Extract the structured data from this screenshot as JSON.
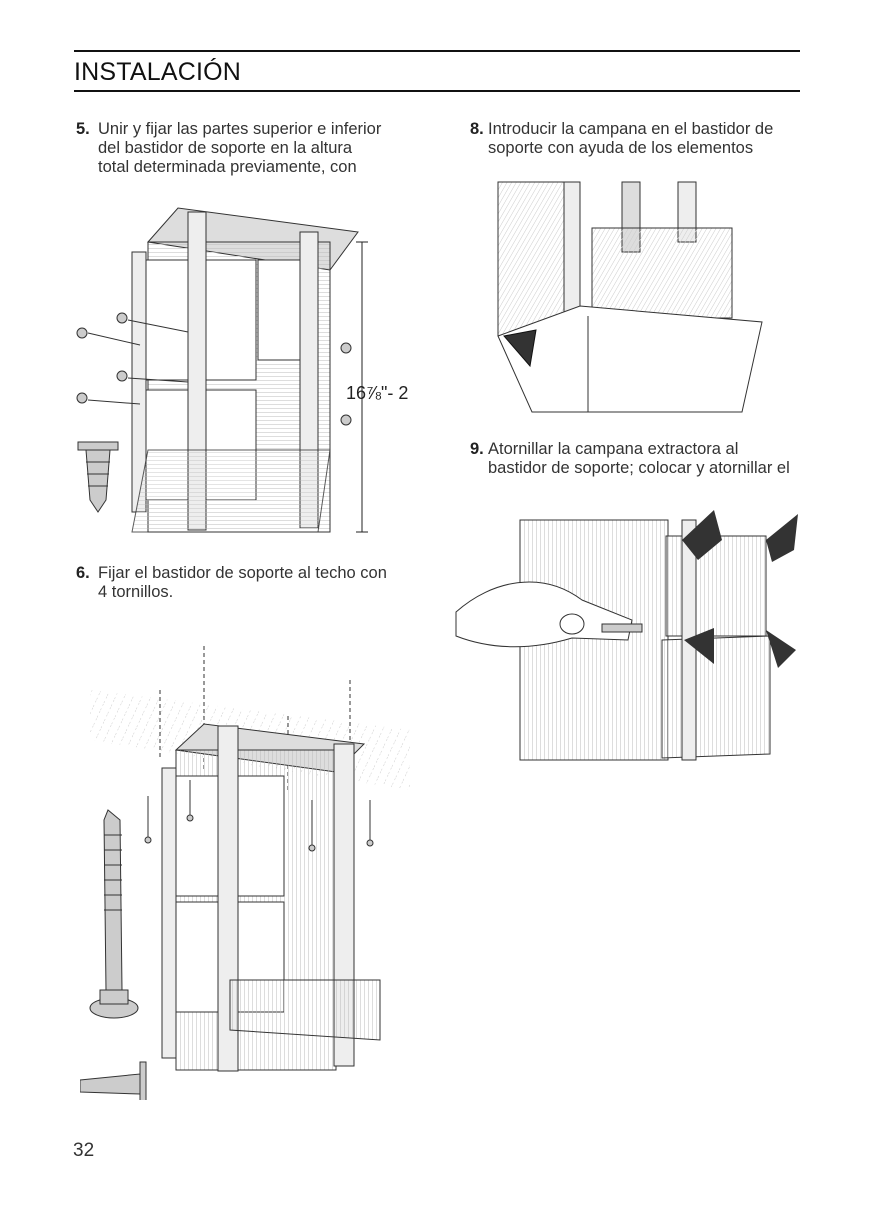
{
  "header": {
    "title": "INSTALACIÓN"
  },
  "steps": {
    "s5": {
      "num": "5.",
      "lines": [
        "Unir y fijar las partes superior e inferior",
        "del bastidor de soporte en la altura",
        "total determinada previamente, con"
      ]
    },
    "s6": {
      "num": "6.",
      "lines": [
        "Fijar el bastidor de soporte al techo con",
        "4 tornillos."
      ]
    },
    "s8": {
      "num": "8.",
      "lines": [
        "Introducir la campana en el bastidor de",
        "soporte con ayuda de los elementos"
      ]
    },
    "s9": {
      "num": "9.",
      "lines": [
        "Atornillar la campana extractora al",
        "bastidor de soporte; colocar y atornillar el"
      ]
    }
  },
  "figure1": {
    "dimension_label": "16⅞\"- 2"
  },
  "footer": {
    "page_number": "32"
  }
}
